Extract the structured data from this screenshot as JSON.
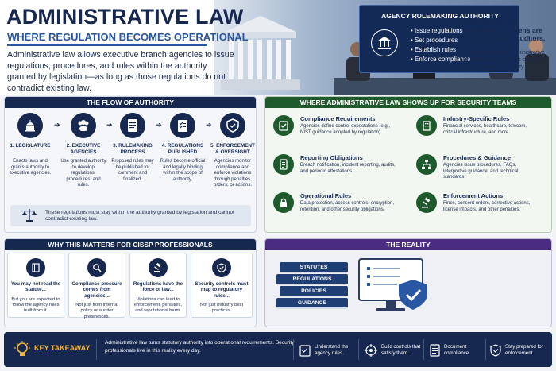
{
  "header": {
    "title": "ADMINISTRATIVE LAW",
    "subtitle": "WHERE REGULATION BECOMES OPERATIONAL",
    "intro": "Administrative law allows executive branch agencies to issue regulations, procedures, and rules within the authority granted by legislation—as long as those regulations do not contradict existing law."
  },
  "authority_box": {
    "title": "AGENCY RULEMAKING AUTHORITY",
    "items": [
      "Issue regulations",
      "Set procedures",
      "Establish rules",
      "Enforce compliance"
    ]
  },
  "flow": {
    "title": "THE FLOW OF AUTHORITY",
    "steps": [
      {
        "name": "1. LEGISLATURE",
        "desc": "Enacts laws and grants authority to executive agencies.",
        "icon": "capitol-icon"
      },
      {
        "name": "2. EXECUTIVE AGENCIES",
        "desc": "Use granted authority to develop regulations, procedures, and rules.",
        "icon": "people-icon"
      },
      {
        "name": "3. RULEMAKING PROCESS",
        "desc": "Proposed rules may be published for comment and finalized.",
        "icon": "document-icon"
      },
      {
        "name": "4. REGULATIONS PUBLISHED",
        "desc": "Rules become official and legally binding within the scope of authority.",
        "icon": "checklist-icon"
      },
      {
        "name": "5. ENFORCEMENT & OVERSIGHT",
        "desc": "Agencies monitor compliance and enforce violations through penalties, orders, or actions.",
        "icon": "shield-icon"
      }
    ],
    "note": "These regulations must stay within the authority granted by legislation and cannot contradict existing law."
  },
  "security": {
    "title": "WHERE ADMINISTRATIVE LAW SHOWS UP FOR SECURITY TEAMS",
    "items": [
      {
        "title": "Compliance Requirements",
        "desc": "Agencies define control expectations (e.g., NIST guidance adopted by regulation).",
        "icon": "clipboard-check-icon"
      },
      {
        "title": "Industry-Specific Rules",
        "desc": "Financial services, healthcare, telecom, critical infrastructure, and more.",
        "icon": "building-icon"
      },
      {
        "title": "Reporting Obligations",
        "desc": "Breach notification, incident reporting, audits, and periodic attestations.",
        "icon": "report-icon"
      },
      {
        "title": "Procedures & Guidance",
        "desc": "Agencies issue procedures, FAQs, interpretive guidance, and technical standards.",
        "icon": "flowchart-icon"
      },
      {
        "title": "Operational Rules",
        "desc": "Data protection, access controls, encryption, retention, and other security obligations.",
        "icon": "lock-icon"
      },
      {
        "title": "Enforcement Actions",
        "desc": "Fines, consent orders, corrective actions, license impacts, and other penalties.",
        "icon": "gavel-icon"
      }
    ]
  },
  "why": {
    "title": "WHY THIS MATTERS FOR CISSP PROFESSIONALS",
    "cards": [
      {
        "title": "You may not read the statute...",
        "desc": "But you are expected to follow the agency rules built from it.",
        "icon": "book-icon"
      },
      {
        "title": "Compliance pressure comes from agencies...",
        "desc": "Not just from internal policy or auditor preferences.",
        "icon": "magnifier-icon"
      },
      {
        "title": "Regulations have the force of law...",
        "desc": "Violations can lead to enforcement, penalties, and reputational harm.",
        "icon": "gavel-icon"
      },
      {
        "title": "Security controls must map to regulatory rules...",
        "desc": "Not just industry best practices.",
        "icon": "shield-check-icon"
      }
    ]
  },
  "reality": {
    "title": "THE REALITY",
    "books": [
      "STATUTES",
      "REGULATIONS",
      "POLICIES",
      "GUIDANCE"
    ],
    "headline": "Most day-to-day compliance burdens are not invented by auditors.",
    "text": "They are rooted in administrative enforcement structures created within statutory authority."
  },
  "takeaway": {
    "label": "KEY TAKEAWAY",
    "text": "Administrative law turns statutory authority into operational requirements. Security professionals live in this reality every day.",
    "items": [
      {
        "text": "Understand the agency rules.",
        "icon": "clipboard-icon"
      },
      {
        "text": "Build controls that satisfy them.",
        "icon": "target-icon"
      },
      {
        "text": "Document compliance.",
        "icon": "document-icon"
      },
      {
        "text": "Stay prepared for enforcement.",
        "icon": "shield-check-icon"
      }
    ]
  },
  "colors": {
    "navy": "#16284f",
    "blue": "#2957a4",
    "green": "#1f5a2c",
    "purple": "#4a2c82",
    "gold": "#f2b53a"
  }
}
